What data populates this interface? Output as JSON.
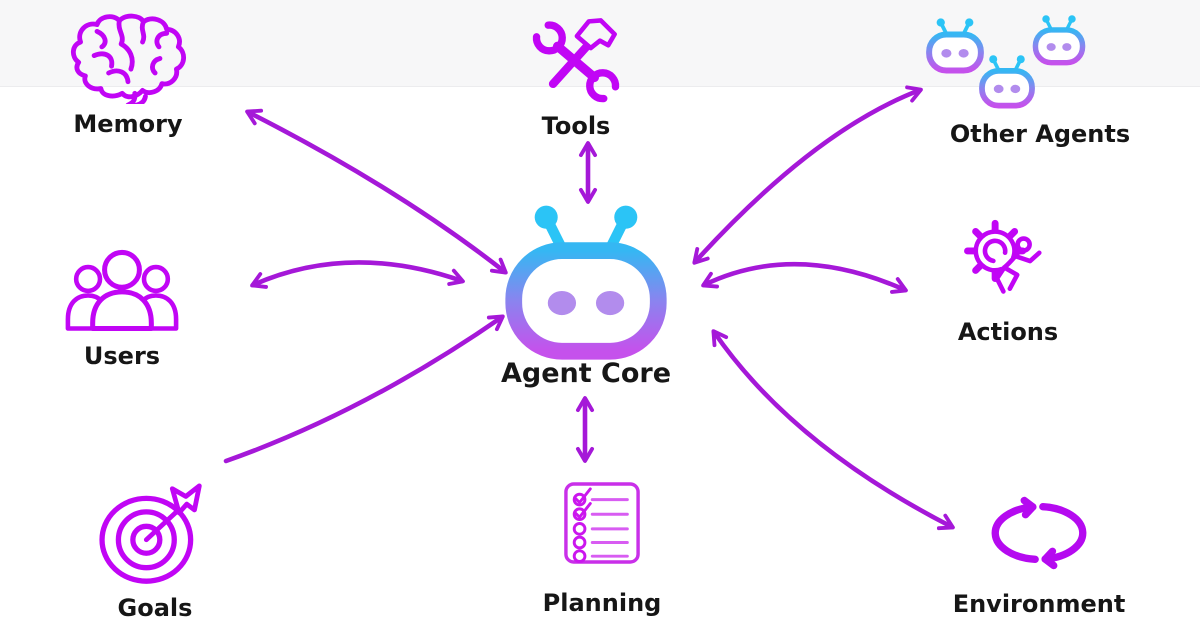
{
  "diagram": {
    "center": {
      "label": "Agent Core"
    },
    "nodes": [
      {
        "id": "memory",
        "label": "Memory",
        "icon": "brain-icon"
      },
      {
        "id": "tools",
        "label": "Tools",
        "icon": "wrench-hammer-icon"
      },
      {
        "id": "other_agents",
        "label": "Other Agents",
        "icon": "robots-icon"
      },
      {
        "id": "users",
        "label": "Users",
        "icon": "people-icon"
      },
      {
        "id": "actions",
        "label": "Actions",
        "icon": "gear-runner-icon"
      },
      {
        "id": "goals",
        "label": "Goals",
        "icon": "target-dart-icon"
      },
      {
        "id": "planning",
        "label": "Planning",
        "icon": "checklist-icon"
      },
      {
        "id": "environment",
        "label": "Environment",
        "icon": "cycle-arrows-icon"
      }
    ],
    "connections": [
      {
        "from": "Memory",
        "to": "Agent Core",
        "style": "bidirectional"
      },
      {
        "from": "Tools",
        "to": "Agent Core",
        "style": "bidirectional"
      },
      {
        "from": "Other Agents",
        "to": "Agent Core",
        "style": "bidirectional"
      },
      {
        "from": "Users",
        "to": "Agent Core",
        "style": "bidirectional"
      },
      {
        "from": "Actions",
        "to": "Agent Core",
        "style": "bidirectional"
      },
      {
        "from": "Goals",
        "to": "Agent Core",
        "style": "unidirectional"
      },
      {
        "from": "Planning",
        "to": "Agent Core",
        "style": "bidirectional"
      },
      {
        "from": "Environment",
        "to": "Agent Core",
        "style": "bidirectional"
      }
    ],
    "colors": {
      "icon_stroke": "#c105f5",
      "icon_stroke_light": "#d85cf2",
      "arrow": "#a518d8",
      "label": "#161616",
      "robot_antenna": "#2bc4f6",
      "robot_gradient_top": "#35b7f3",
      "robot_gradient_mid": "#8a84ef",
      "robot_gradient_bottom": "#c551ec",
      "robot_eyes": "#b28ced",
      "background": "#ffffff",
      "top_band": "#f7f7f8"
    }
  }
}
